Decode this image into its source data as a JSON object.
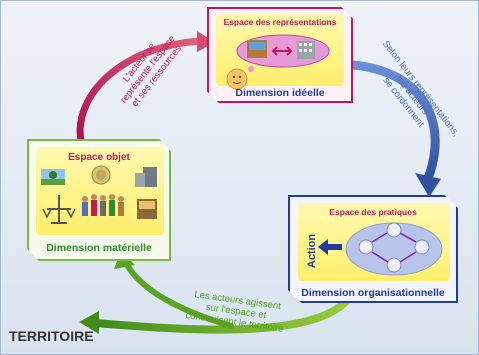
{
  "top_box": {
    "title": "Espace des représentations",
    "dimension": "Dimension idéelle"
  },
  "left_box": {
    "title": "Espace objet",
    "dimension": "Dimension  matérielle"
  },
  "right_box": {
    "title": "Espace des pratiques",
    "dimension": "Dimension organisationnelle",
    "action_label": "Action"
  },
  "arrows": {
    "left_text": [
      "L'acteur se",
      "représente l'espace",
      "et ses ressources"
    ],
    "right_text": [
      "Selon leurs représentations,",
      "les acteurs",
      "se cordonnent"
    ],
    "bottom_text": [
      "Les acteurs agissent",
      "sur l'espace et",
      "construisent le territoire"
    ]
  },
  "territory_label": "TERRITOIRE",
  "colors": {
    "pink": "#c2185b",
    "blue": "#4a6fbf",
    "green": "#4f9e1d",
    "yellow": "#fff07a",
    "dim_blue": "#1f3d9c",
    "dim_green": "#2e8b2e"
  }
}
